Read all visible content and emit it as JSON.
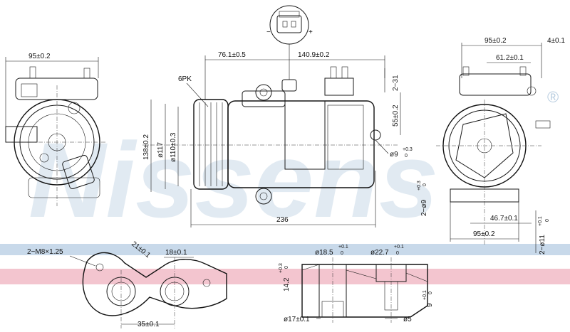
{
  "watermark": {
    "brand": "Nissens",
    "registered": "®"
  },
  "colors": {
    "band_blue": "#c8d9ea",
    "band_pink": "#f3c5cf",
    "watermark": "#c9d9e8",
    "line": "#1a1a1a"
  },
  "connector": {
    "minus": "−",
    "plus": "+"
  },
  "left_view": {
    "width_label": "95±0.2"
  },
  "side_view": {
    "offset_label": "76.1±0.5",
    "width_label": "140.9±0.2",
    "pulley_label": "6PK",
    "height_label": "138±0.2",
    "dia_label": "ø117",
    "dia2_label": "ø110±0.3",
    "mount_label": "2−31",
    "mount_height_label": "55±0.2",
    "hole_label": "ø9",
    "hole_tol_upper": "+0.3",
    "hole_tol_lower": "0",
    "length_label": "236"
  },
  "rear_view": {
    "width_label": "95±0.2",
    "offset_label": "4±0.1",
    "inner_label": "61.2±0.1",
    "slot_label": "2−ø9",
    "slot_tol_upper": "+0.3",
    "slot_tol_lower": "0",
    "foot_label": "46.7±0.1",
    "base_label": "95±0.2",
    "bolt_label": "2−ø11",
    "bolt_tol_upper": "+0.1",
    "bolt_tol_lower": "0"
  },
  "bracket_view": {
    "thread_label": "2−M8×1.25",
    "angle_label": "21±0.1",
    "width_label": "18±0.1",
    "pitch_label": "35±0.1"
  },
  "section_view": {
    "dia1_label": "ø18.5",
    "dia1_tol_upper": "+0.1",
    "dia1_tol_lower": "0",
    "dia2_label": "ø22.7",
    "dia2_tol_upper": "+0.1",
    "dia2_tol_lower": "0",
    "depth_label": "14.2",
    "depth_tol_upper": "+0.3",
    "depth_tol_lower": "0",
    "dia3_label": "ø17±0.1",
    "hole_label": "ø5",
    "slot_label": "9",
    "slot_tol_upper": "+0.1",
    "slot_tol_lower": "0"
  }
}
